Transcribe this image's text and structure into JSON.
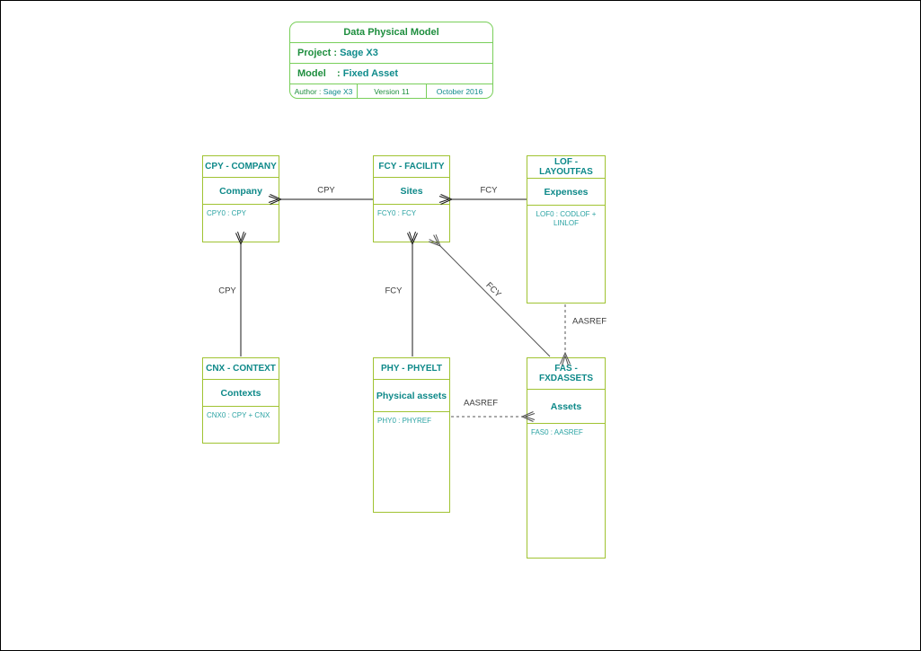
{
  "title_card": {
    "title": "Data Physical Model",
    "project_label": "Project : ",
    "project_value": "Sage X3",
    "model_label": "Model    : ",
    "model_value": "Fixed Asset",
    "author_label": "Author : ",
    "author_value": "Sage X3",
    "version": "Version 11",
    "date": "October 2016"
  },
  "entities": [
    {
      "code": "CPY",
      "title": "CPY - COMPANY",
      "name": "Company",
      "key": "CPY0 : CPY"
    },
    {
      "code": "FCY",
      "title": "FCY - FACILITY",
      "name": "Sites",
      "key": "FCY0 : FCY"
    },
    {
      "code": "LOF",
      "title": "LOF - LAYOUTFAS",
      "name": "Expenses",
      "key": "LOF0 : CODLOF + LINLOF"
    },
    {
      "code": "CNX",
      "title": "CNX - CONTEXT",
      "name": "Contexts",
      "key": "CNX0 : CPY + CNX"
    },
    {
      "code": "PHY",
      "title": "PHY - PHYELT",
      "name": "Physical assets",
      "key": "PHY0 : PHYREF"
    },
    {
      "code": "FAS",
      "title": "FAS - FXDASSETS",
      "name": "Assets",
      "key": "FAS0 : AASREF"
    }
  ],
  "relations": [
    {
      "from": "FCY - FACILITY",
      "to": "CPY - COMPANY",
      "label": "CPY",
      "style": "solid"
    },
    {
      "from": "LOF - LAYOUTFAS",
      "to": "FCY - FACILITY",
      "label": "FCY",
      "style": "solid"
    },
    {
      "from": "CNX - CONTEXT",
      "to": "CPY - COMPANY",
      "label": "CPY",
      "style": "solid"
    },
    {
      "from": "PHY - PHYELT",
      "to": "FCY - FACILITY",
      "label": "FCY",
      "style": "solid"
    },
    {
      "from": "FAS - FXDASSETS",
      "to": "FCY - FACILITY",
      "label": "FCY",
      "style": "solid"
    },
    {
      "from": "LOF - LAYOUTFAS",
      "to": "FAS - FXDASSETS",
      "label": "AASREF",
      "style": "dashed"
    },
    {
      "from": "PHY - PHYELT",
      "to": "FAS - FXDASSETS",
      "label": "AASREF",
      "style": "dashed"
    }
  ],
  "colors": {
    "green_text": "#1e8e3e",
    "teal_text": "#0f8b8b",
    "key_text": "#2ba3a3",
    "entity_border": "#a0c332",
    "card_border": "#79cf5a",
    "connector_black": "#1a1a1a",
    "connector_gray": "#555555"
  }
}
